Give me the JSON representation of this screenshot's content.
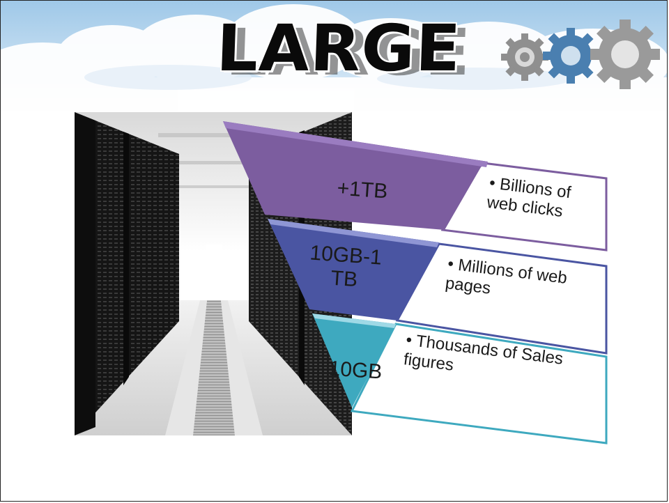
{
  "slide": {
    "title": "LARGE",
    "tiers": [
      {
        "label": "+1TB",
        "color": "#7c5d9f",
        "description": "Billions of web clicks"
      },
      {
        "label": "10GB-1TB",
        "color": "#4a55a2",
        "description": "Millions of web pages"
      },
      {
        "label": "10GB",
        "color": "#3ea9bf",
        "description": "Thousands of Sales figures"
      }
    ],
    "bullet_glyph": "•",
    "icons": [
      "cloud-background",
      "gears-icon",
      "server-room-photo"
    ]
  }
}
